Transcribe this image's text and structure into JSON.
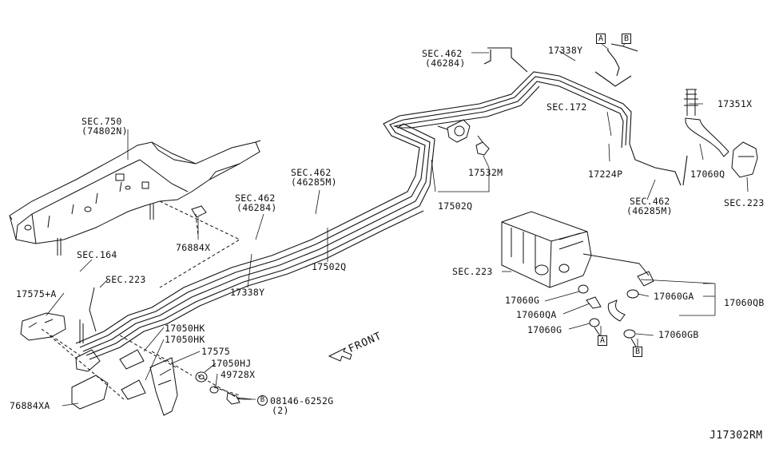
{
  "diagram_code": "J17302RM",
  "front_label": "FRONT",
  "refs": {
    "A": "A",
    "B": "B",
    "bolt_prefix": "B"
  },
  "labels": {
    "sec462_top": "SEC.462",
    "sec462_top_sub": "(46284)",
    "p17338y_top": "17338Y",
    "sec172": "SEC.172",
    "p17532m": "17532M",
    "p17502q_top": "17502Q",
    "p17224p": "17224P",
    "sec462_right": "SEC.462",
    "sec462_right_sub": "(46285M)",
    "p17351x": "17351X",
    "p17060q": "17060Q",
    "sec223_right": "SEC.223",
    "sec750": "SEC.750",
    "sec750_sub": "(74802N)",
    "sec462_mid": "SEC.462",
    "sec462_mid_sub": "(46285M)",
    "sec462_left": "SEC.462",
    "sec462_left_sub": "(46284)",
    "p76884x": "76884X",
    "sec164": "SEC.164",
    "sec223_left": "SEC.223",
    "p17338y_bottom": "17338Y",
    "p17502q_bottom": "17502Q",
    "sec223_canister": "SEC.223",
    "p17060g_1": "17060G",
    "p17060qa": "17060QA",
    "p17060g_2": "17060G",
    "p17060ga": "17060GA",
    "p17060qb": "17060QB",
    "p17060gb": "17060GB",
    "p17575a": "17575+A",
    "p17050hk_1": "17050HK",
    "p17050hk_2": "17050HK",
    "p17575": "17575",
    "p17050hj": "17050HJ",
    "p49728x": "49728X",
    "p08146": "08146-6252G",
    "p08146_qty": "(2)",
    "p76884xa": "76884XA"
  }
}
